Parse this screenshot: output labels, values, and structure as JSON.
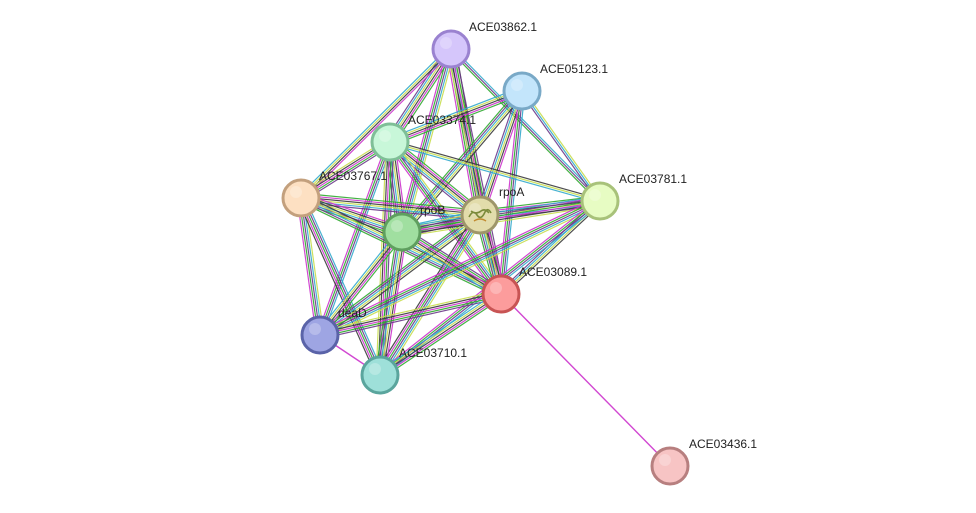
{
  "network": {
    "nodes": [
      {
        "id": "ACE03862.1",
        "label": "ACE03862.1",
        "fill": "#d5c6fb",
        "stroke": "#9a82d0"
      },
      {
        "id": "ACE05123.1",
        "label": "ACE05123.1",
        "fill": "#c3e5fb",
        "stroke": "#79a9c7"
      },
      {
        "id": "ACE03374.1",
        "label": "ACE03374.1",
        "fill": "#c8f7d9",
        "stroke": "#7fbf97"
      },
      {
        "id": "ACE03767.1",
        "label": "ACE03767.1",
        "fill": "#fde0c2",
        "stroke": "#c3a07d"
      },
      {
        "id": "ACE03781.1",
        "label": "ACE03781.1",
        "fill": "#e7fcc3",
        "stroke": "#a8c27a"
      },
      {
        "id": "rpoA",
        "label": "rpoA",
        "fill": "#e2dcab",
        "stroke": "#9e966a"
      },
      {
        "id": "rpoB",
        "label": "rpoB",
        "fill": "#a0dfa0",
        "stroke": "#5f9f5f"
      },
      {
        "id": "ACE03089.1",
        "label": "ACE03089.1",
        "fill": "#fc9c9c",
        "stroke": "#c85454"
      },
      {
        "id": "deaD",
        "label": "deaD",
        "fill": "#9ea5e3",
        "stroke": "#5a63a8"
      },
      {
        "id": "ACE03710.1",
        "label": "ACE03710.1",
        "fill": "#9ee0d9",
        "stroke": "#5aa59d"
      },
      {
        "id": "ACE03436.1",
        "label": "ACE03436.1",
        "fill": "#f7c4c4",
        "stroke": "#b77f7f"
      }
    ],
    "edge_colors": [
      "#2fa82f",
      "#cc33cc",
      "#3a3a3a",
      "#c6dd4d",
      "#33aacc",
      "#6b3a8a"
    ],
    "edges": [
      {
        "source": "ACE03862.1",
        "target": "ACE03374.1",
        "channels": 6
      },
      {
        "source": "ACE03862.1",
        "target": "ACE03767.1",
        "channels": 4
      },
      {
        "source": "ACE03862.1",
        "target": "rpoA",
        "channels": 6
      },
      {
        "source": "ACE03862.1",
        "target": "rpoB",
        "channels": 5
      },
      {
        "source": "ACE03862.1",
        "target": "ACE03781.1",
        "channels": 3
      },
      {
        "source": "ACE03862.1",
        "target": "ACE03089.1",
        "channels": 5
      },
      {
        "source": "ACE05123.1",
        "target": "ACE03374.1",
        "channels": 5
      },
      {
        "source": "ACE05123.1",
        "target": "rpoA",
        "channels": 5
      },
      {
        "source": "ACE05123.1",
        "target": "rpoB",
        "channels": 5
      },
      {
        "source": "ACE05123.1",
        "target": "ACE03781.1",
        "channels": 3
      },
      {
        "source": "ACE05123.1",
        "target": "ACE03089.1",
        "channels": 4
      },
      {
        "source": "ACE03374.1",
        "target": "ACE03767.1",
        "channels": 5
      },
      {
        "source": "ACE03374.1",
        "target": "rpoA",
        "channels": 6
      },
      {
        "source": "ACE03374.1",
        "target": "rpoB",
        "channels": 6
      },
      {
        "source": "ACE03374.1",
        "target": "ACE03781.1",
        "channels": 3
      },
      {
        "source": "ACE03374.1",
        "target": "ACE03089.1",
        "channels": 5
      },
      {
        "source": "ACE03374.1",
        "target": "deaD",
        "channels": 4
      },
      {
        "source": "ACE03374.1",
        "target": "ACE03710.1",
        "channels": 5
      },
      {
        "source": "ACE03767.1",
        "target": "rpoA",
        "channels": 6
      },
      {
        "source": "ACE03767.1",
        "target": "rpoB",
        "channels": 6
      },
      {
        "source": "ACE03767.1",
        "target": "ACE03089.1",
        "channels": 5
      },
      {
        "source": "ACE03767.1",
        "target": "deaD",
        "channels": 5
      },
      {
        "source": "ACE03767.1",
        "target": "ACE03710.1",
        "channels": 5
      },
      {
        "source": "rpoA",
        "target": "rpoB",
        "channels": 6
      },
      {
        "source": "rpoA",
        "target": "ACE03781.1",
        "channels": 6
      },
      {
        "source": "rpoA",
        "target": "ACE03089.1",
        "channels": 6
      },
      {
        "source": "rpoA",
        "target": "deaD",
        "channels": 5
      },
      {
        "source": "rpoA",
        "target": "ACE03710.1",
        "channels": 6
      },
      {
        "source": "rpoB",
        "target": "ACE03781.1",
        "channels": 6
      },
      {
        "source": "rpoB",
        "target": "ACE03089.1",
        "channels": 6
      },
      {
        "source": "rpoB",
        "target": "deaD",
        "channels": 5
      },
      {
        "source": "rpoB",
        "target": "ACE03710.1",
        "channels": 6
      },
      {
        "source": "ACE03781.1",
        "target": "ACE03089.1",
        "channels": 4
      },
      {
        "source": "ACE03781.1",
        "target": "deaD",
        "channels": 5
      },
      {
        "source": "ACE03781.1",
        "target": "ACE03710.1",
        "channels": 4
      },
      {
        "source": "ACE03089.1",
        "target": "deaD",
        "channels": 5
      },
      {
        "source": "ACE03089.1",
        "target": "ACE03710.1",
        "channels": 5
      },
      {
        "source": "ACE03089.1",
        "target": "ACE03436.1",
        "channels": 1
      },
      {
        "source": "deaD",
        "target": "ACE03710.1",
        "channels": 1
      }
    ]
  }
}
